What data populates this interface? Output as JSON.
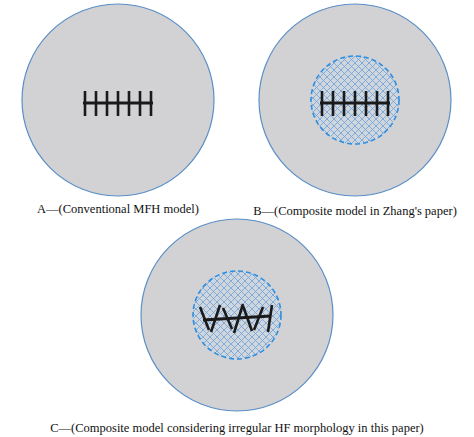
{
  "diagram": {
    "nodes": [
      {
        "text": [
          "A—(Conventional MFH model)"
        ]
      },
      {
        "text": [
          "B—(Composite model in Zhang's paper)"
        ]
      },
      {
        "text": [
          "C—(Composite model considering irregular HF morphology in this paper)"
        ]
      }
    ]
  }
}
